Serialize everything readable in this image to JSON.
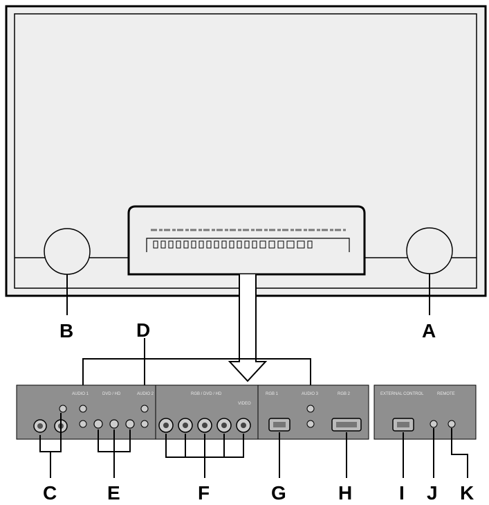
{
  "callouts": {
    "A": "A",
    "B": "B",
    "C": "C",
    "D": "D",
    "E": "E",
    "F": "F",
    "G": "G",
    "H": "H",
    "I": "I",
    "J": "J",
    "K": "K"
  },
  "panel_labels": {
    "audio_1": "AUDIO 1",
    "dvd_hd": "DVD / HD",
    "audio_2": "AUDIO 2",
    "rgb_hd": "RGB / DVD / HD",
    "video": "VIDEO",
    "rgb_1": "RGB 1",
    "audio_3": "AUDIO 3",
    "rgb_2": "RGB 2",
    "external_control": "EXTERNAL CONTROL",
    "remote": "REMOTE"
  },
  "colors": {
    "panel_fill": "#8f8f8f",
    "panel_dark": "#6e6e6e",
    "monitor_fill": "#eeeeee",
    "outline": "#000000"
  }
}
